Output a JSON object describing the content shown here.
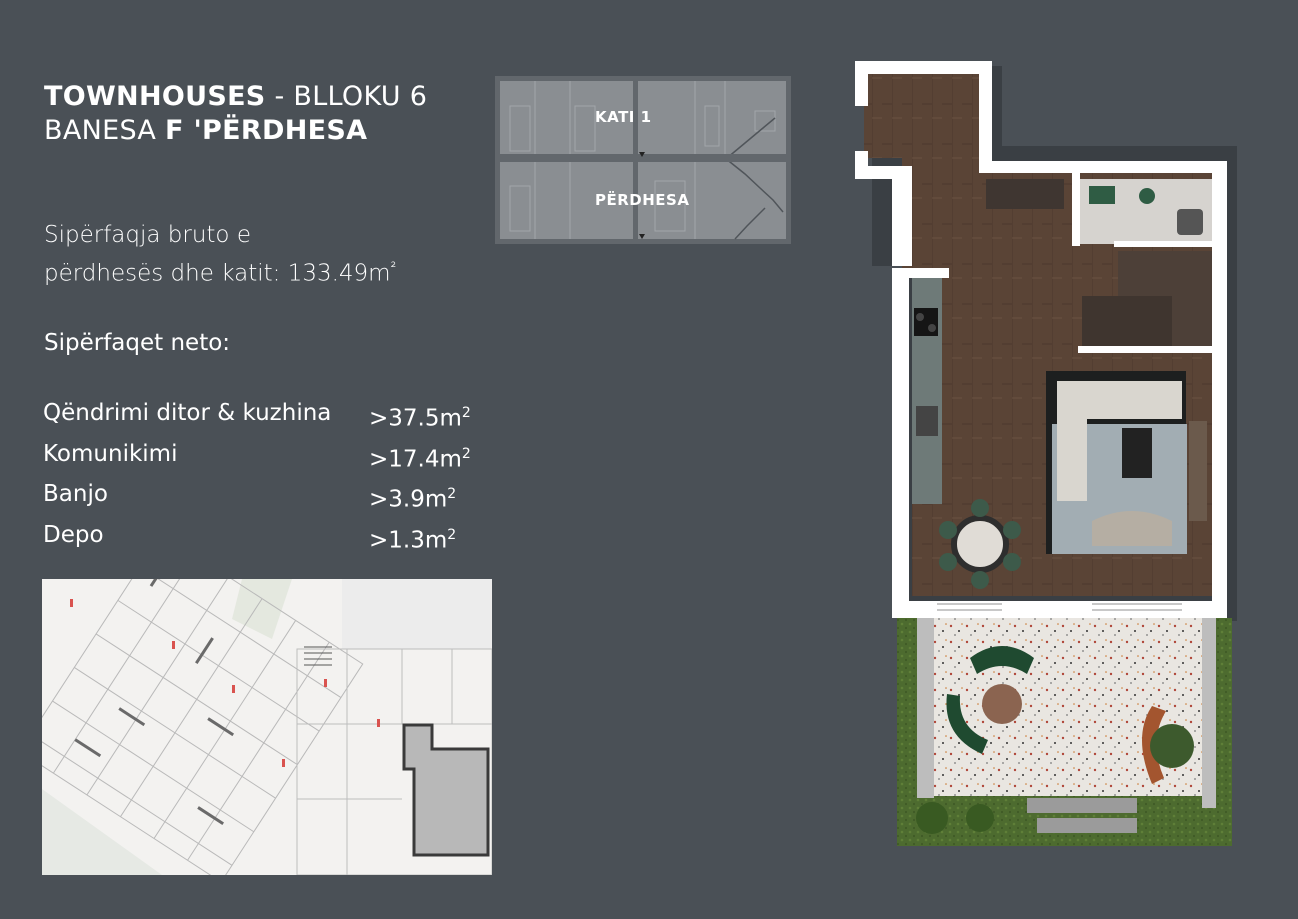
{
  "title": {
    "line1_bold": "TOWNHOUSES",
    "line1_rest": " - BLLOKU 6",
    "line2_regular": "BANESA ",
    "line2_bold": "F 'PËRDHESA"
  },
  "area": {
    "line1": "Sipërfaqja bruto e",
    "line2_prefix": "përdhesës dhe katit: 133.49m",
    "line2_sup": "²"
  },
  "net": {
    "heading": "Sipërfaqet neto:",
    "rows": [
      {
        "label": "Qëndrimi ditor & kuzhina",
        "value": ">37.5m",
        "sup": "2"
      },
      {
        "label": "Komunikimi",
        "value": ">17.4m",
        "sup": "2"
      },
      {
        "label": "Banjo",
        "value": ">3.9m",
        "sup": "2"
      },
      {
        "label": "Depo",
        "value": ">1.3m",
        "sup": "2"
      }
    ]
  },
  "key_plan": {
    "upper_label": "KATI 1",
    "lower_label": "PËRDHESA"
  },
  "colors": {
    "background": "#4a5056",
    "wall": "#ffffff",
    "floor_wood": "#5a4436",
    "terrace": "#e9e6e1",
    "grass": "#4d6b2f",
    "highlight_unit": "#b8b8b8"
  }
}
